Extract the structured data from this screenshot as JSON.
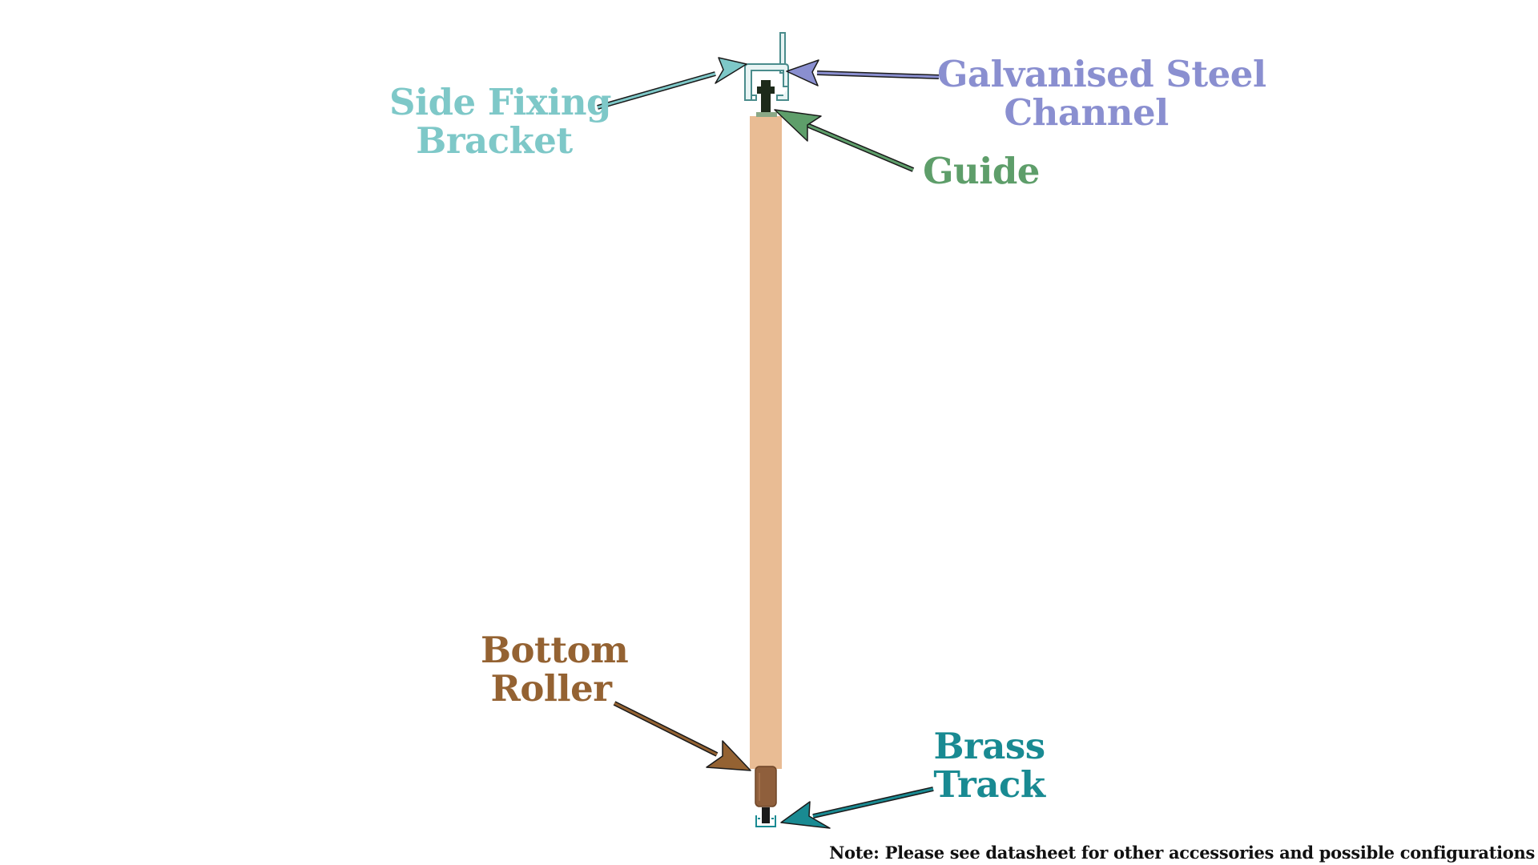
{
  "labels": {
    "side_fixing_bracket": {
      "line1": "Side Fixing",
      "line2": "Bracket",
      "color": "#7ec8c8"
    },
    "galvanised_steel_channel": {
      "line1": "Galvanised Steel",
      "line2": "Channel",
      "color": "#8a8fd0"
    },
    "guide": {
      "line1": "Guide",
      "color": "#5e9e6a"
    },
    "bottom_roller": {
      "line1": "Bottom",
      "line2": "Roller",
      "color": "#946232"
    },
    "brass_track": {
      "line1": "Brass",
      "line2": "Track",
      "color": "#198a92"
    }
  },
  "note": "Note: Please see datasheet for other accessories and possible configurations",
  "colors": {
    "door_panel": "#e9bc94",
    "roller": "#8f5f3c",
    "guide": "#1d2a1a",
    "channel": "#5a9c9c"
  }
}
